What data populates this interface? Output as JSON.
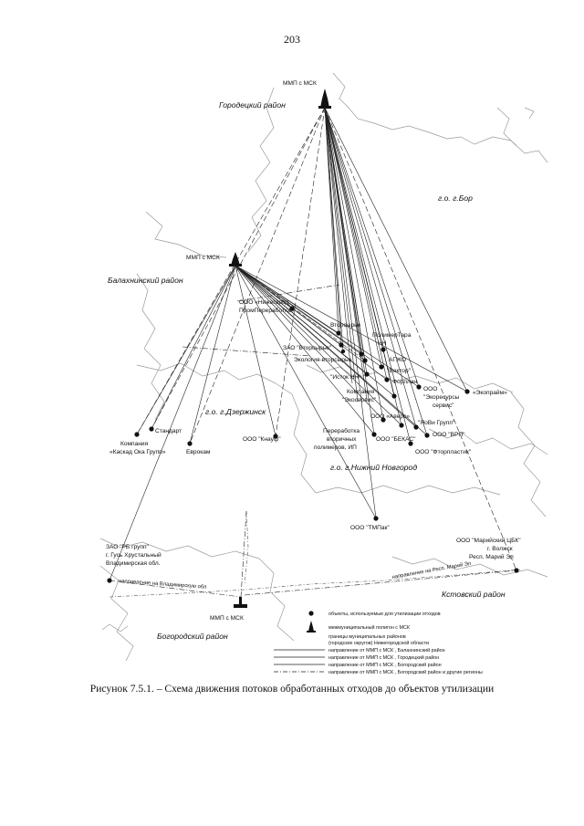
{
  "page_number": "203",
  "caption": "Рисунок 7.5.1. – Схема движения потоков обработанных отходов до объектов утилизации",
  "districts": {
    "gorodetsky": "Городецкий район",
    "bor": "г.о. г.Бор",
    "balakhninsky": "Балахнинский район",
    "dzerzhinsk": "г.о. г.Дзержинск",
    "nizhny": "г.о. г.Нижний Новгород",
    "kstovsky": "Кстовский район",
    "bogorodsky": "Богородский район"
  },
  "hubs": {
    "gorodets": "ММП с МСК",
    "balakhna": "ММП с МСК",
    "bogorodsk": "ММП с МСК"
  },
  "objects": {
    "nizhegorod_1": "ООО «Нижегород",
    "nizhegorod_2": "ПромПереработка»",
    "vtorsyre": "Вторсырье",
    "polimertara_1": "ПолимерТара",
    "polimertara_2": "НН",
    "zao_vtorsyre": "ЗАО \"Вторсырье\"",
    "ekologiya": "Экология-вторсырье",
    "agzho": "АГЖО",
    "vektor": "\"Вектор\"",
    "istok": "\"Исток НН\"",
    "forplan": "Форплан",
    "ekoresursy_1": "ООО",
    "ekoresursy_2": "\"Экоресурсы",
    "ekoresursy_3": "сервис\"",
    "ekoprajm": "«Экопрайм»",
    "ekoservis_1": "Компания",
    "ekoservis_2": "\"Экосервис\"",
    "avers": "ООО «Аверс»",
    "yovi": "\"ЯоВи Групп\"",
    "vrp": "ООО \"ВРП\"",
    "bekas": "ООО \"БЕКАС\"",
    "pererabotka_1": "Переработка",
    "pererabotka_2": "вторичных",
    "pererabotka_3": "полимеров, ИП",
    "ftorplastik": "ООО \"Фторпластик\"",
    "standart": "Стандарт",
    "kaskad_1": "Компания",
    "kaskad_2": "«Каскад Ока Групп»",
    "evrokom": "Еврокам",
    "knauf": "ООО \"Кнауф\"",
    "tmpak": "ООО \"ТМПак\"",
    "rb_1": "ЗАО \"РБ групп\"",
    "rb_2": "г. Гусь Хрустальный",
    "rb_3": "Владимирская обл.",
    "mariysky_1": "ООО \"Марийский ЦБК\"",
    "mariysky_2": "г. Волжск",
    "mariysky_3": "Респ. Марий Эл"
  },
  "directions": {
    "vladimir": "направление на Владимирскую обл",
    "mariy_el": "направление на Респ. Марий Эл"
  },
  "legend": {
    "objects": "объекты, используемые для утилизации отходов",
    "landfill": "межмуниципальный полигон с МСК",
    "borders_1": "границы муниципальных районов",
    "borders_2": "(городских округов) Нижегородской области",
    "balakhninsky": "направление от ММП с МСК , Балахнинский район",
    "gorodetsky": "направление от ММП с МСК , Городецкий район",
    "bogorodsky": "направление от ММП с МСК , Богородский район",
    "bogorodsky_other": "направление от ММП с МСК , Богородский район и другие регионы"
  }
}
